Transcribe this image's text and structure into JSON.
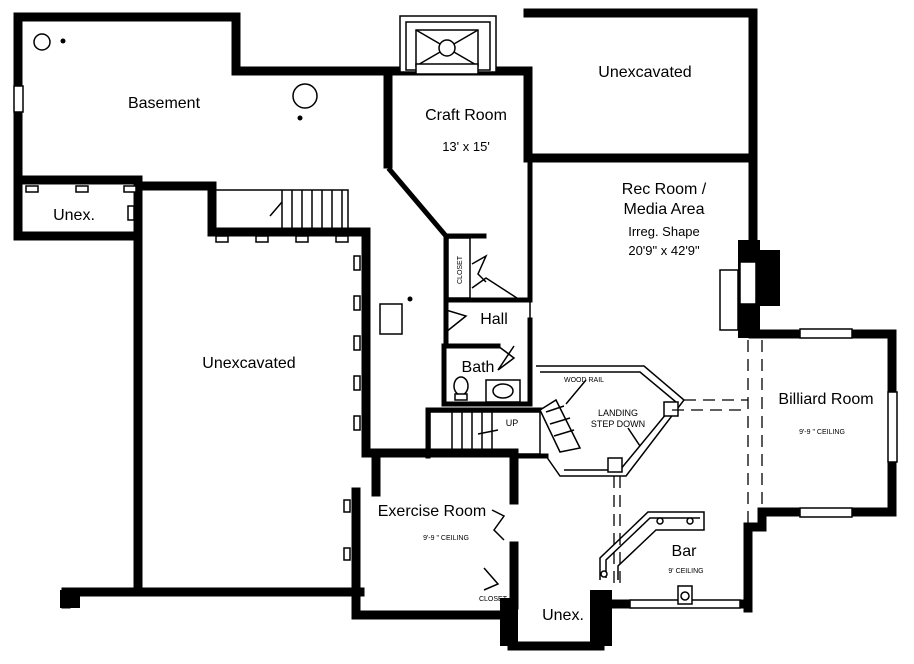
{
  "rooms": {
    "basement": "Basement",
    "unex_left": "Unex.",
    "unexcavated_left": "Unexcavated",
    "unexcavated_top": "Unexcavated",
    "craft_room": "Craft Room",
    "craft_room_dims": "13' x 15'",
    "closet_craft": "CLOSET",
    "hall": "Hall",
    "bath": "Bath",
    "rec_room_line1": "Rec Room /",
    "rec_room_line2": "Media Area",
    "rec_room_shape": "Irreg. Shape",
    "rec_room_dims": "20'9\" x 42'9\"",
    "billiard_room": "Billiard Room",
    "billiard_ceiling": "9'-9 \" CEILING",
    "exercise_room": "Exercise Room",
    "exercise_ceiling": "9'-9 \" CEILING",
    "closet_exercise": "CLOSET",
    "bar": "Bar",
    "bar_ceiling": "9' CEILING",
    "unex_bottom": "Unex."
  },
  "annotations": {
    "wood_rail": "WOOD RAIL",
    "landing_line1": "LANDING",
    "landing_line2": "STEP DOWN",
    "stair_up": "UP"
  }
}
